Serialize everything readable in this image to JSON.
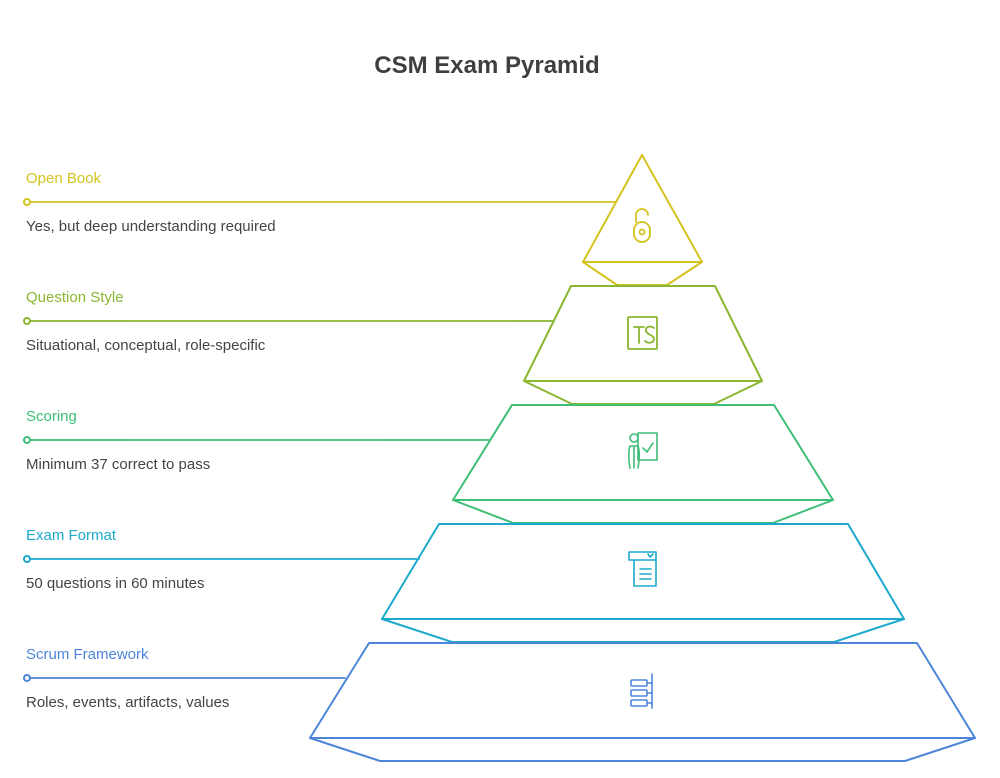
{
  "title": "CSM Exam Pyramid",
  "levels": [
    {
      "label": "Open Book",
      "description": "Yes, but deep understanding required",
      "color": "#d4c31e",
      "icon": "open-lock-icon"
    },
    {
      "label": "Question Style",
      "description": "Situational, conceptual, role-specific",
      "color": "#8bb630",
      "icon": "typescript-icon"
    },
    {
      "label": "Scoring",
      "description": "Minimum 37 correct to pass",
      "color": "#3fbe78",
      "icon": "teacher-board-check-icon"
    },
    {
      "label": "Exam Format",
      "description": "50 questions in 60 minutes",
      "color": "#1ca9cc",
      "icon": "document-list-icon"
    },
    {
      "label": "Scrum Framework",
      "description": "Roles, events, artifacts, values",
      "color": "#4d86d9",
      "icon": "hierarchy-list-icon"
    }
  ]
}
